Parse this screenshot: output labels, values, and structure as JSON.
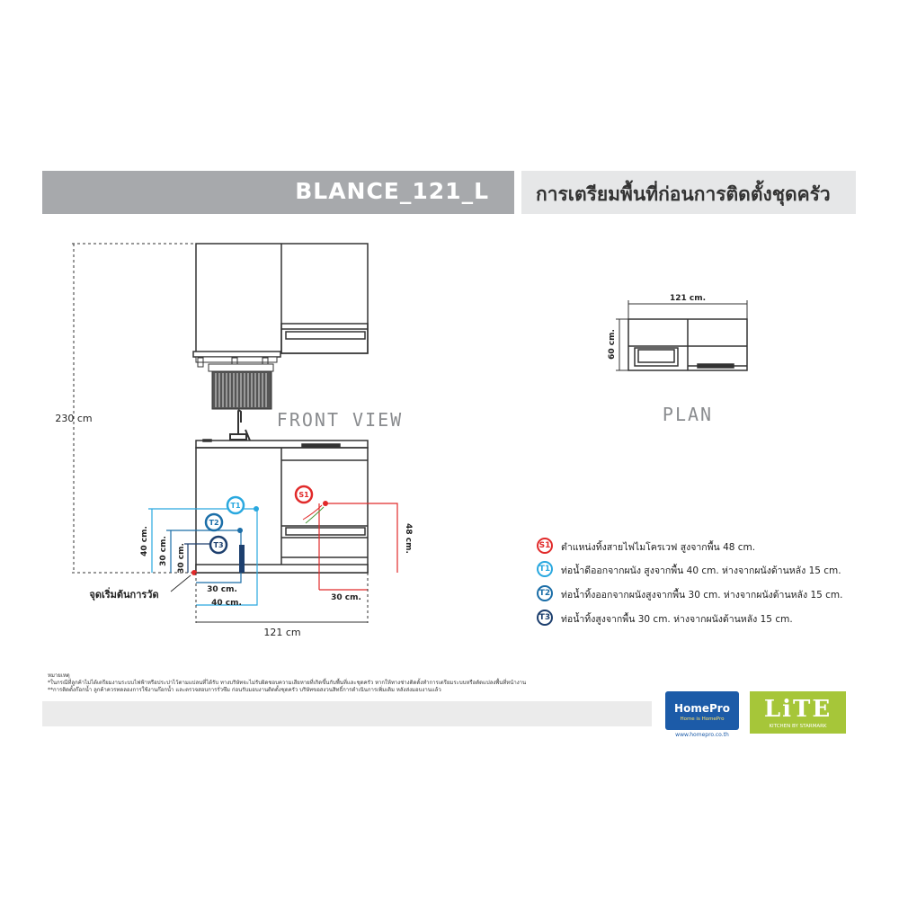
{
  "header": {
    "model": "BLANCE_121_L",
    "title": "การเตรียมพื้นที่ก่อนการติดตั้งชุดครัว"
  },
  "front_view": {
    "label": "FRONT VIEW",
    "height_dim": "230 cm",
    "width_dim": "121 cm",
    "start_point_label": "จุดเริ่มต้นการวัด",
    "dims": {
      "t1_height": "40 cm.",
      "t2_height": "30 cm.",
      "t3_height": "30 cm.",
      "t2_offset": "30 cm.",
      "t1_offset": "40 cm.",
      "s1_height": "48 cm.",
      "s1_offset": "30 cm."
    }
  },
  "plan": {
    "label": "PLAN",
    "width_dim": "121 cm.",
    "depth_dim": "60 cm."
  },
  "points": {
    "s1": "S1",
    "t1": "T1",
    "t2": "T2",
    "t3": "T3"
  },
  "legend": [
    {
      "code": "S1",
      "text": "ตำแหน่งทิ้งสายไฟไมโครเวฟ สูงจากพื้น 48 cm."
    },
    {
      "code": "T1",
      "text": "ท่อน้ำดีออกจากผนัง สูงจากพื้น 40 cm. ห่างจากผนังด้านหลัง 15 cm."
    },
    {
      "code": "T2",
      "text": "ท่อน้ำทิ้งออกจากผนังสูงจากพื้น 30 cm. ห่างจากผนังด้านหลัง 15 cm."
    },
    {
      "code": "T3",
      "text": "ท่อน้ำทิ้งสูงจากพื้น 30 cm. ห่างจากผนังด้านหลัง 15 cm."
    }
  ],
  "notes": {
    "heading": "หมายเหตุ",
    "line1": "*ในกรณีที่ลูกค้าไม่ได้เตรียมงานระบบไฟฟ้าหรือประปาไว้ตามแปลนที่ได้รับ ทางบริษัทจะไม่รับผิดชอบความเสียหายที่เกิดขึ้นกับพื้นที่และชุดครัว หากให้ทางช่างติดตั้งทำการเตรียมระบบหรือดัดแปลงพื้นที่หน้างาน",
    "line2": "**การติดตั้งก๊อกน้ำ ลูกค้าควรทดลองการใช้งานก๊อกน้ำ และตรวจสอบการรั่วซึม ก่อนรับมอบงานติดตั้งชุดครัว บริษัทขอสงวนสิทธิ์การดำเนินการเพิ่มเติม หลังส่งมอบงานแล้ว"
  },
  "logos": {
    "homepro": "HomePro",
    "homepro_tagline": "Home is HomePro",
    "homepro_url": "www.homepro.co.th",
    "lite": "LiTE",
    "lite_tagline": "KITCHEN BY STARMARK"
  },
  "colors": {
    "header_dark": "#a7a9ac",
    "header_light": "#e6e7e8",
    "s1": "#e12a2a",
    "t1": "#29a8df",
    "t2": "#1b6ea8",
    "t3": "#1d3f6e"
  }
}
